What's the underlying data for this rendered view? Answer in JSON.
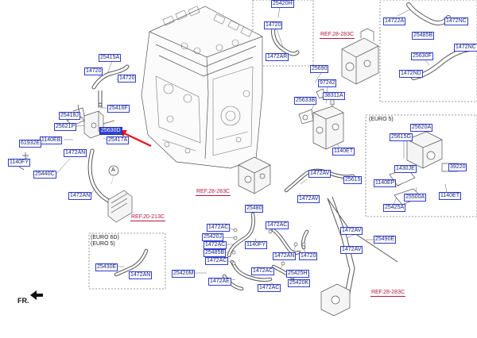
{
  "labels": {
    "p25420h": "25420H",
    "p14720_a": "14720",
    "p1472ar_a": "1472AR",
    "p14722a": "14722A",
    "p1472nc_a": "1472NC",
    "p25485b_a": "25485B",
    "p25630f": "25630F",
    "p1472nc_b": "1472NC",
    "p1472nd_a": "1472ND",
    "p25415a": "25415A",
    "p14720_b": "14720",
    "p14720_c": "14720",
    "p25418j": "25418J",
    "p25621p": "25621P",
    "p25416f": "25416F",
    "p25630d": "25630D",
    "p25417a": "25417A",
    "p1140eb": "1140EB",
    "p619321": "61932E",
    "p1140fy_a": "1140FY",
    "p1472an_a": "1472AN",
    "p25440c": "25440C",
    "p1472an_b": "1472AN",
    "p25690": "25690",
    "p97242": "97242",
    "p25633b": "25633B",
    "p38311a": "38311A",
    "p1140et": "1140ET",
    "p25620a": "25620A",
    "p25615g": "25615G",
    "p1430je": "1430JE",
    "p39220": "39220",
    "p1140ep": "1140EP",
    "p25500a": "25500A",
    "p1140et_b": "1140ET",
    "p25425a": "25425A",
    "p1472av_a": "1472AV",
    "p25615": "25615",
    "p1472av_b": "1472AV",
    "p25480": "25480",
    "p1472ac_a": "1472AC",
    "p25420j": "25420J",
    "p1472ac_b": "1472AC",
    "p25485b_b": "25485B",
    "p1140fy_b": "1140FY",
    "p1472av_c": "1472AV",
    "p25490e": "25490E",
    "p1472av_d": "1472AV",
    "p1472an_c": "1472AN",
    "p14720_d": "14720",
    "p1472ac_c": "1472AC",
    "p25420m": "25420M",
    "p1472ac_d": "1472AC",
    "p1472ac_e": "1472AC",
    "p25425h": "25425H",
    "p1472ae": "1472AE",
    "p25420k": "25420K",
    "p1472ac_f": "1472AC",
    "p25430e": "25430E",
    "p1472an_d": "1472AN"
  },
  "refs": {
    "r2528c_top": "REF.28-283C",
    "r2528c_mid": "REF.28-283C",
    "r20213c": "REF.20-213C",
    "r2528c_bot": "REF.28-283C"
  },
  "notes": {
    "euro5_right": "(EURO 5)",
    "euro6d": "(EURO 6D)",
    "euro5_left": "(EURO 5)",
    "detail_a": "A",
    "front_dir": "FR."
  },
  "colors": {
    "label_border": "#2d3ecf",
    "label_text": "#1a2380",
    "highlight_fill": "#2f45d6",
    "ref_text": "#b2193e",
    "pointer_arrow": "#e8101a",
    "line_art": "#555555"
  }
}
